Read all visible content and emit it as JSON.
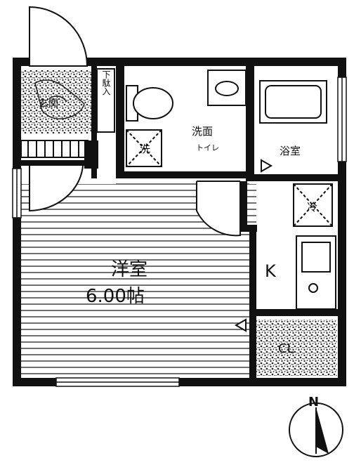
{
  "plan": {
    "rooms": {
      "genkan": "玄関",
      "shoe": "下駄入",
      "washroom": "洗面",
      "toilet": "トイレ",
      "washer": "洗",
      "bath": "浴室",
      "fridge": "冷",
      "kitchen": "K",
      "closet": "CL",
      "western": "洋室",
      "western_size": "6.00帖"
    },
    "compass": "N"
  },
  "colors": {
    "wall": "#111111",
    "hatch": "#555555",
    "background": "#ffffff"
  }
}
